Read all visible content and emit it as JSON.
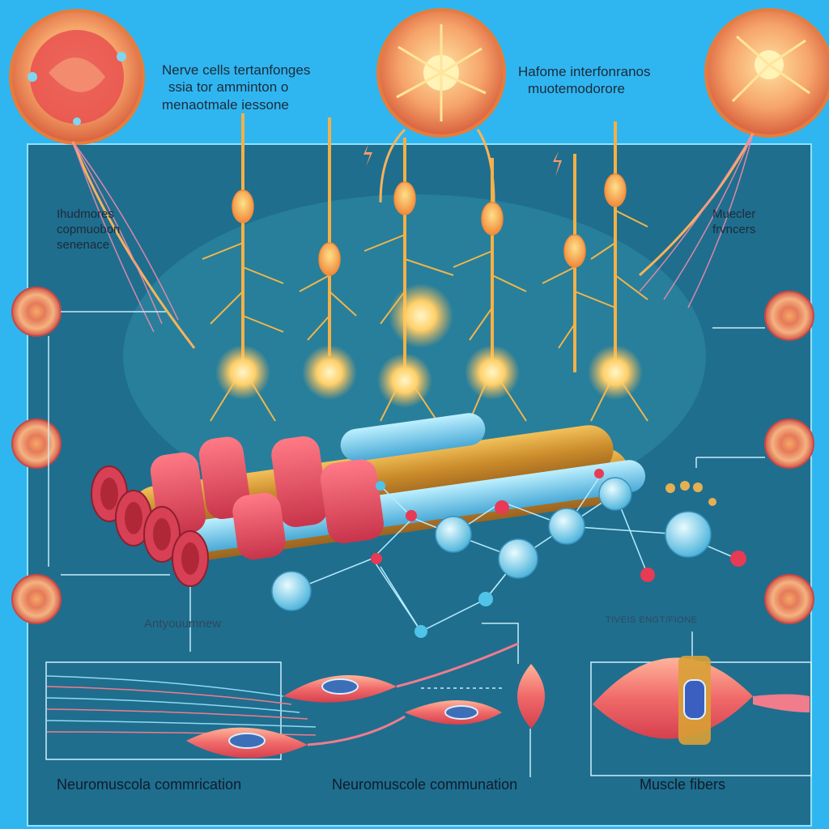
{
  "labels": {
    "top_left": {
      "line1": "Nerve cells tertanfonges",
      "line2": "ssia tor amminton o",
      "line3": "menaotmale iessone"
    },
    "top_right": {
      "line1": "Hafome interfonranos",
      "line2": "muotemodorore"
    },
    "left_mid": {
      "line1": "Ihudmores",
      "line2": "copmuobon",
      "line3": "senenace"
    },
    "right_mid": {
      "line1": "Muecler",
      "line2": "frvncers"
    },
    "left_lower": "Antyouumnew",
    "right_lower": "TIVEIS ENGT/FIONE"
  },
  "captions": {
    "left": "Neuromuscola commrication",
    "middle": "Neuromuscole communation",
    "right": "Muscle fibers"
  },
  "colors": {
    "background": "#2fb6f0",
    "panel": "#1f6e8e",
    "neuron_glow": "#ffd27a",
    "muscle_red": "#e8485e",
    "muscle_gold": "#d9a035",
    "tendon_blue": "#7fd3f0"
  }
}
